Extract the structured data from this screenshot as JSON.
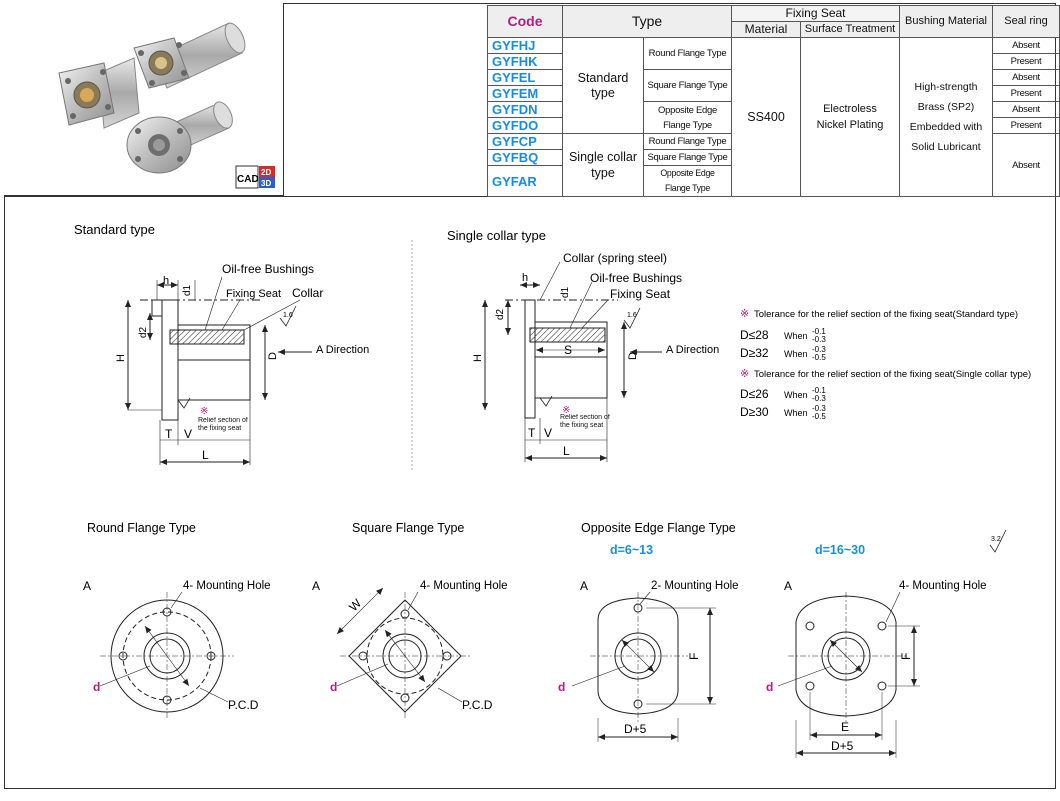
{
  "table": {
    "headers": {
      "code": "Code",
      "type": "Type",
      "fixing_seat": "Fixing Seat",
      "material": "Material",
      "surface_treatment": "Surface Treatment",
      "bushing_material": "Bushing Material",
      "seal_ring": "Seal ring"
    },
    "codes": [
      "GYFHJ",
      "GYFHK",
      "GYFEL",
      "GYFEM",
      "GYFDN",
      "GYFDO",
      "GYFCP",
      "GYFBQ",
      "GYFAR"
    ],
    "type_groups": [
      "Standard type",
      "Single collar type"
    ],
    "subtypes": [
      "Round Flange Type",
      "Square Flange Type",
      "Opposite Edge Flange Type",
      "Round Flange Type",
      "Square Flange Type",
      "Opposite Edge Flange Type"
    ],
    "material": "SS400",
    "surface_treatment": "Electroless Nickel Plating",
    "bushing_material": "High-strength Brass (SP2) Embedded with Solid Lubricant",
    "seal_values": [
      "Absent",
      "Present",
      "Absent",
      "Present",
      "Absent",
      "Present",
      "Absent"
    ]
  },
  "cad_badge": {
    "cad": "CAD",
    "d2": "2D",
    "d3": "3D"
  },
  "standard": {
    "title": "Standard type",
    "oil_free": "Oil-free Bushings",
    "fixing_seat": "Fixing Seat",
    "collar": "Collar",
    "a_direction": "A Direction",
    "relief": "Relief section of the fixing seat",
    "dims": {
      "h": "h",
      "d1": "d1",
      "d2": "d2",
      "H": "H",
      "D": "D",
      "T": "T",
      "V": "V",
      "L": "L",
      "rough": "1.6"
    }
  },
  "single": {
    "title": "Single collar type",
    "collar": "Collar (spring steel)",
    "oil_free": "Oil-free Bushings",
    "fixing_seat": "Fixing Seat",
    "a_direction": "A Direction",
    "relief": "Relief section of the fixing seat",
    "dims": {
      "S": "S"
    }
  },
  "tolerance": {
    "mark": "※",
    "title_std": "Tolerance for the relief section of the fixing seat(Standard type)",
    "title_single": "Tolerance for the relief section of the fixing seat(Single collar type)",
    "when": "When",
    "std_rows": [
      {
        "cond": "D≤28",
        "up": "-0.1",
        "lo": "-0.3"
      },
      {
        "cond": "D≥32",
        "up": "-0.3",
        "lo": "-0.5"
      }
    ],
    "single_rows": [
      {
        "cond": "D≤26",
        "up": "-0.1",
        "lo": "-0.3"
      },
      {
        "cond": "D≥30",
        "up": "-0.3",
        "lo": "-0.5"
      }
    ]
  },
  "views": {
    "round": {
      "title": "Round Flange Type",
      "a": "A",
      "holes": "4- Mounting Hole",
      "pcd": "P.C.D",
      "d": "d"
    },
    "square": {
      "title": "Square Flange Type",
      "a": "A",
      "holes": "4- Mounting Hole",
      "pcd": "P.C.D",
      "d": "d",
      "w": "W"
    },
    "opposite_title": "Opposite Edge Flange Type",
    "opp_small": {
      "range": "d=6~13",
      "a": "A",
      "holes": "2- Mounting Hole",
      "d": "d",
      "f": "F",
      "dplus": "D+5"
    },
    "opp_large": {
      "range": "d=16~30",
      "a": "A",
      "holes": "4- Mounting Hole",
      "d": "d",
      "f": "F",
      "e": "E",
      "dplus": "D+5"
    },
    "roughness": "3.2"
  },
  "colors": {
    "code_blue": "#1b8be0",
    "magenta": "#b01e82",
    "range_blue": "#1a8fd8",
    "pink_fill": "#fde8ee"
  }
}
